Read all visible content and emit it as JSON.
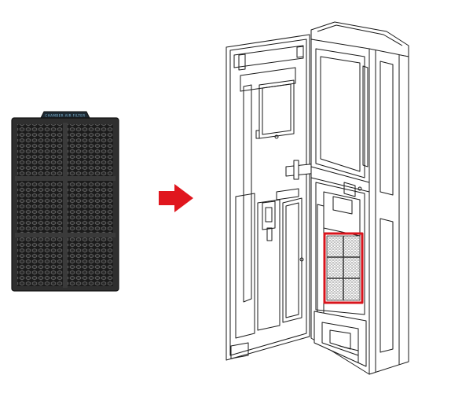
{
  "diagram": {
    "filter_tag_text": "CHAMBER AIR FILTER",
    "colors": {
      "background": "#ffffff",
      "filter_frame": "#2f2f2f",
      "filter_mesh": "#6a6a6a",
      "filter_tag": "#1e2a33",
      "arrow": "#e0161e",
      "highlight": "#d8141c",
      "line_art": "#1a1a1a"
    },
    "icons": {
      "filter": "hex-mesh-air-filter",
      "arrow": "arrow-right-icon",
      "unit": "indoor-unit-open-door"
    }
  }
}
